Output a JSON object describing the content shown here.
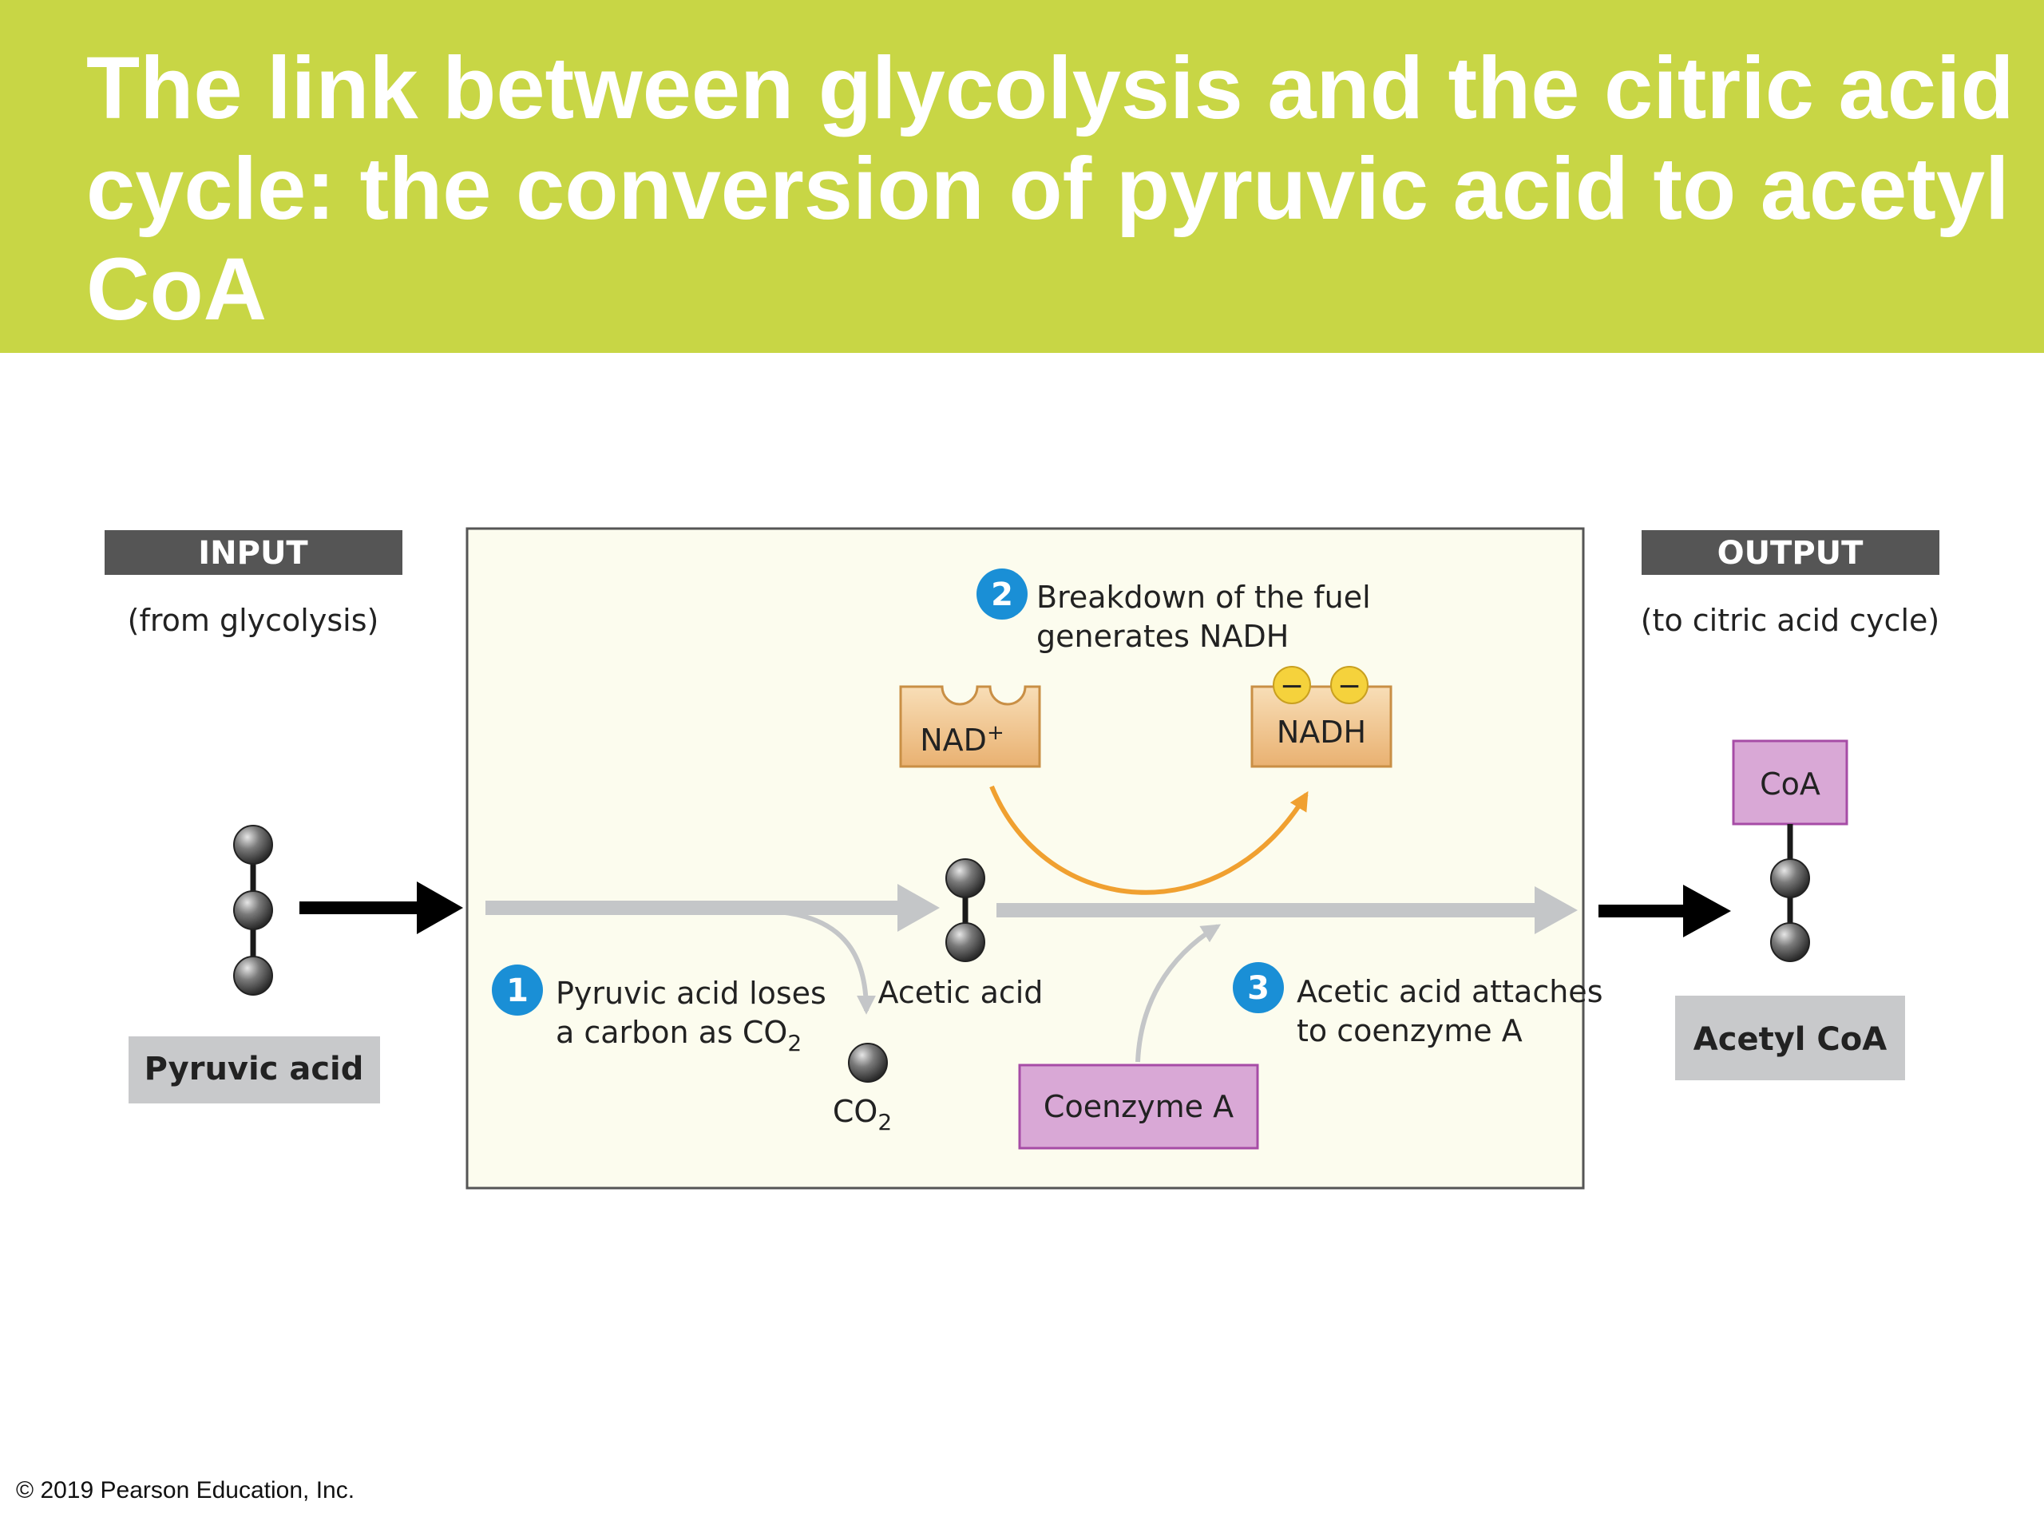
{
  "title": "The link between glycolysis and the citric acid cycle: the conversion of pyruvic acid to acetyl CoA",
  "input": {
    "header": "INPUT",
    "subtitle": "(from glycolysis)",
    "molecule_label": "Pyruvic acid"
  },
  "output": {
    "header": "OUTPUT",
    "subtitle": "(to citric acid cycle)",
    "molecule_label": "Acetyl CoA",
    "coa_tag": "CoA"
  },
  "steps": [
    {
      "number": "1",
      "line1": "Pyruvic acid loses",
      "line2_prefix": "a carbon as CO",
      "line2_sub": "2"
    },
    {
      "number": "2",
      "line1": "Breakdown of the fuel",
      "line2": "generates NADH"
    },
    {
      "number": "3",
      "line1": "Acetic acid attaches",
      "line2": "to coenzyme A"
    }
  ],
  "nad": {
    "label": "NAD",
    "sup": "+"
  },
  "nadh": {
    "label": "NADH",
    "charge_symbol": "−"
  },
  "acetic_acid_label": "Acetic acid",
  "co2": {
    "label": "CO",
    "sub": "2"
  },
  "coenzyme_a_label": "Coenzyme A",
  "footer": "© 2019 Pearson Education, Inc.",
  "colors": {
    "title_bg": "#c8d645",
    "panel_bg": "#fcfcee",
    "header_bg": "#555555",
    "label_bg": "#c8c9cb",
    "step_circle": "#1a8fd6",
    "coa_fill": "#d9a8d6",
    "coa_stroke": "#a64ca6",
    "nad_fill": "#f1c58f",
    "nad_stroke": "#c98f45",
    "electron": "#f5d23c",
    "orange_arrow": "#f0a030",
    "gray_arrow": "#c4c6c8"
  }
}
